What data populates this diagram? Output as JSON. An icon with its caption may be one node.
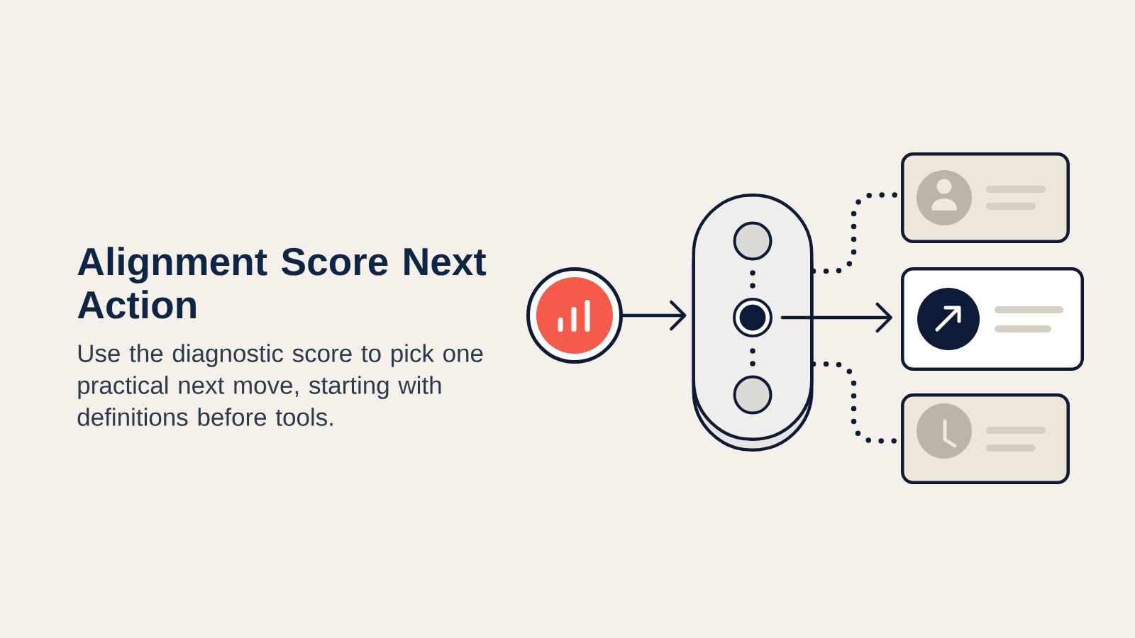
{
  "diagram": {
    "title": "Alignment Score Next Action",
    "nodes": [
      {
        "text": [],
        "shape": "circle"
      },
      {
        "text": [],
        "shape": "capsule"
      },
      {
        "text": [],
        "shape": "circle",
        "in": 1
      },
      {
        "text": [],
        "shape": "circle",
        "in": 1
      },
      {
        "text": [],
        "shape": "circle",
        "in": 1
      },
      {
        "text": [],
        "shape": "box"
      },
      {
        "text": [],
        "shape": "box"
      },
      {
        "text": [],
        "shape": "box"
      }
    ],
    "edges": [
      {
        "from": 0,
        "to": 1,
        "arrow": "to"
      },
      {
        "from": 2,
        "to": 3,
        "arrow": "none",
        "style": "dashed"
      },
      {
        "from": 3,
        "to": 4,
        "arrow": "none",
        "style": "dashed"
      },
      {
        "from": 3,
        "to": 6,
        "arrow": "to"
      },
      {
        "from": 1,
        "to": 5,
        "arrow": "none",
        "style": "dashed"
      },
      {
        "from": 1,
        "to": 7,
        "arrow": "none",
        "style": "dashed"
      }
    ],
    "labels": [
      "Use the diagnostic score to pick one practical next move, starting with definitions before tools."
    ]
  }
}
